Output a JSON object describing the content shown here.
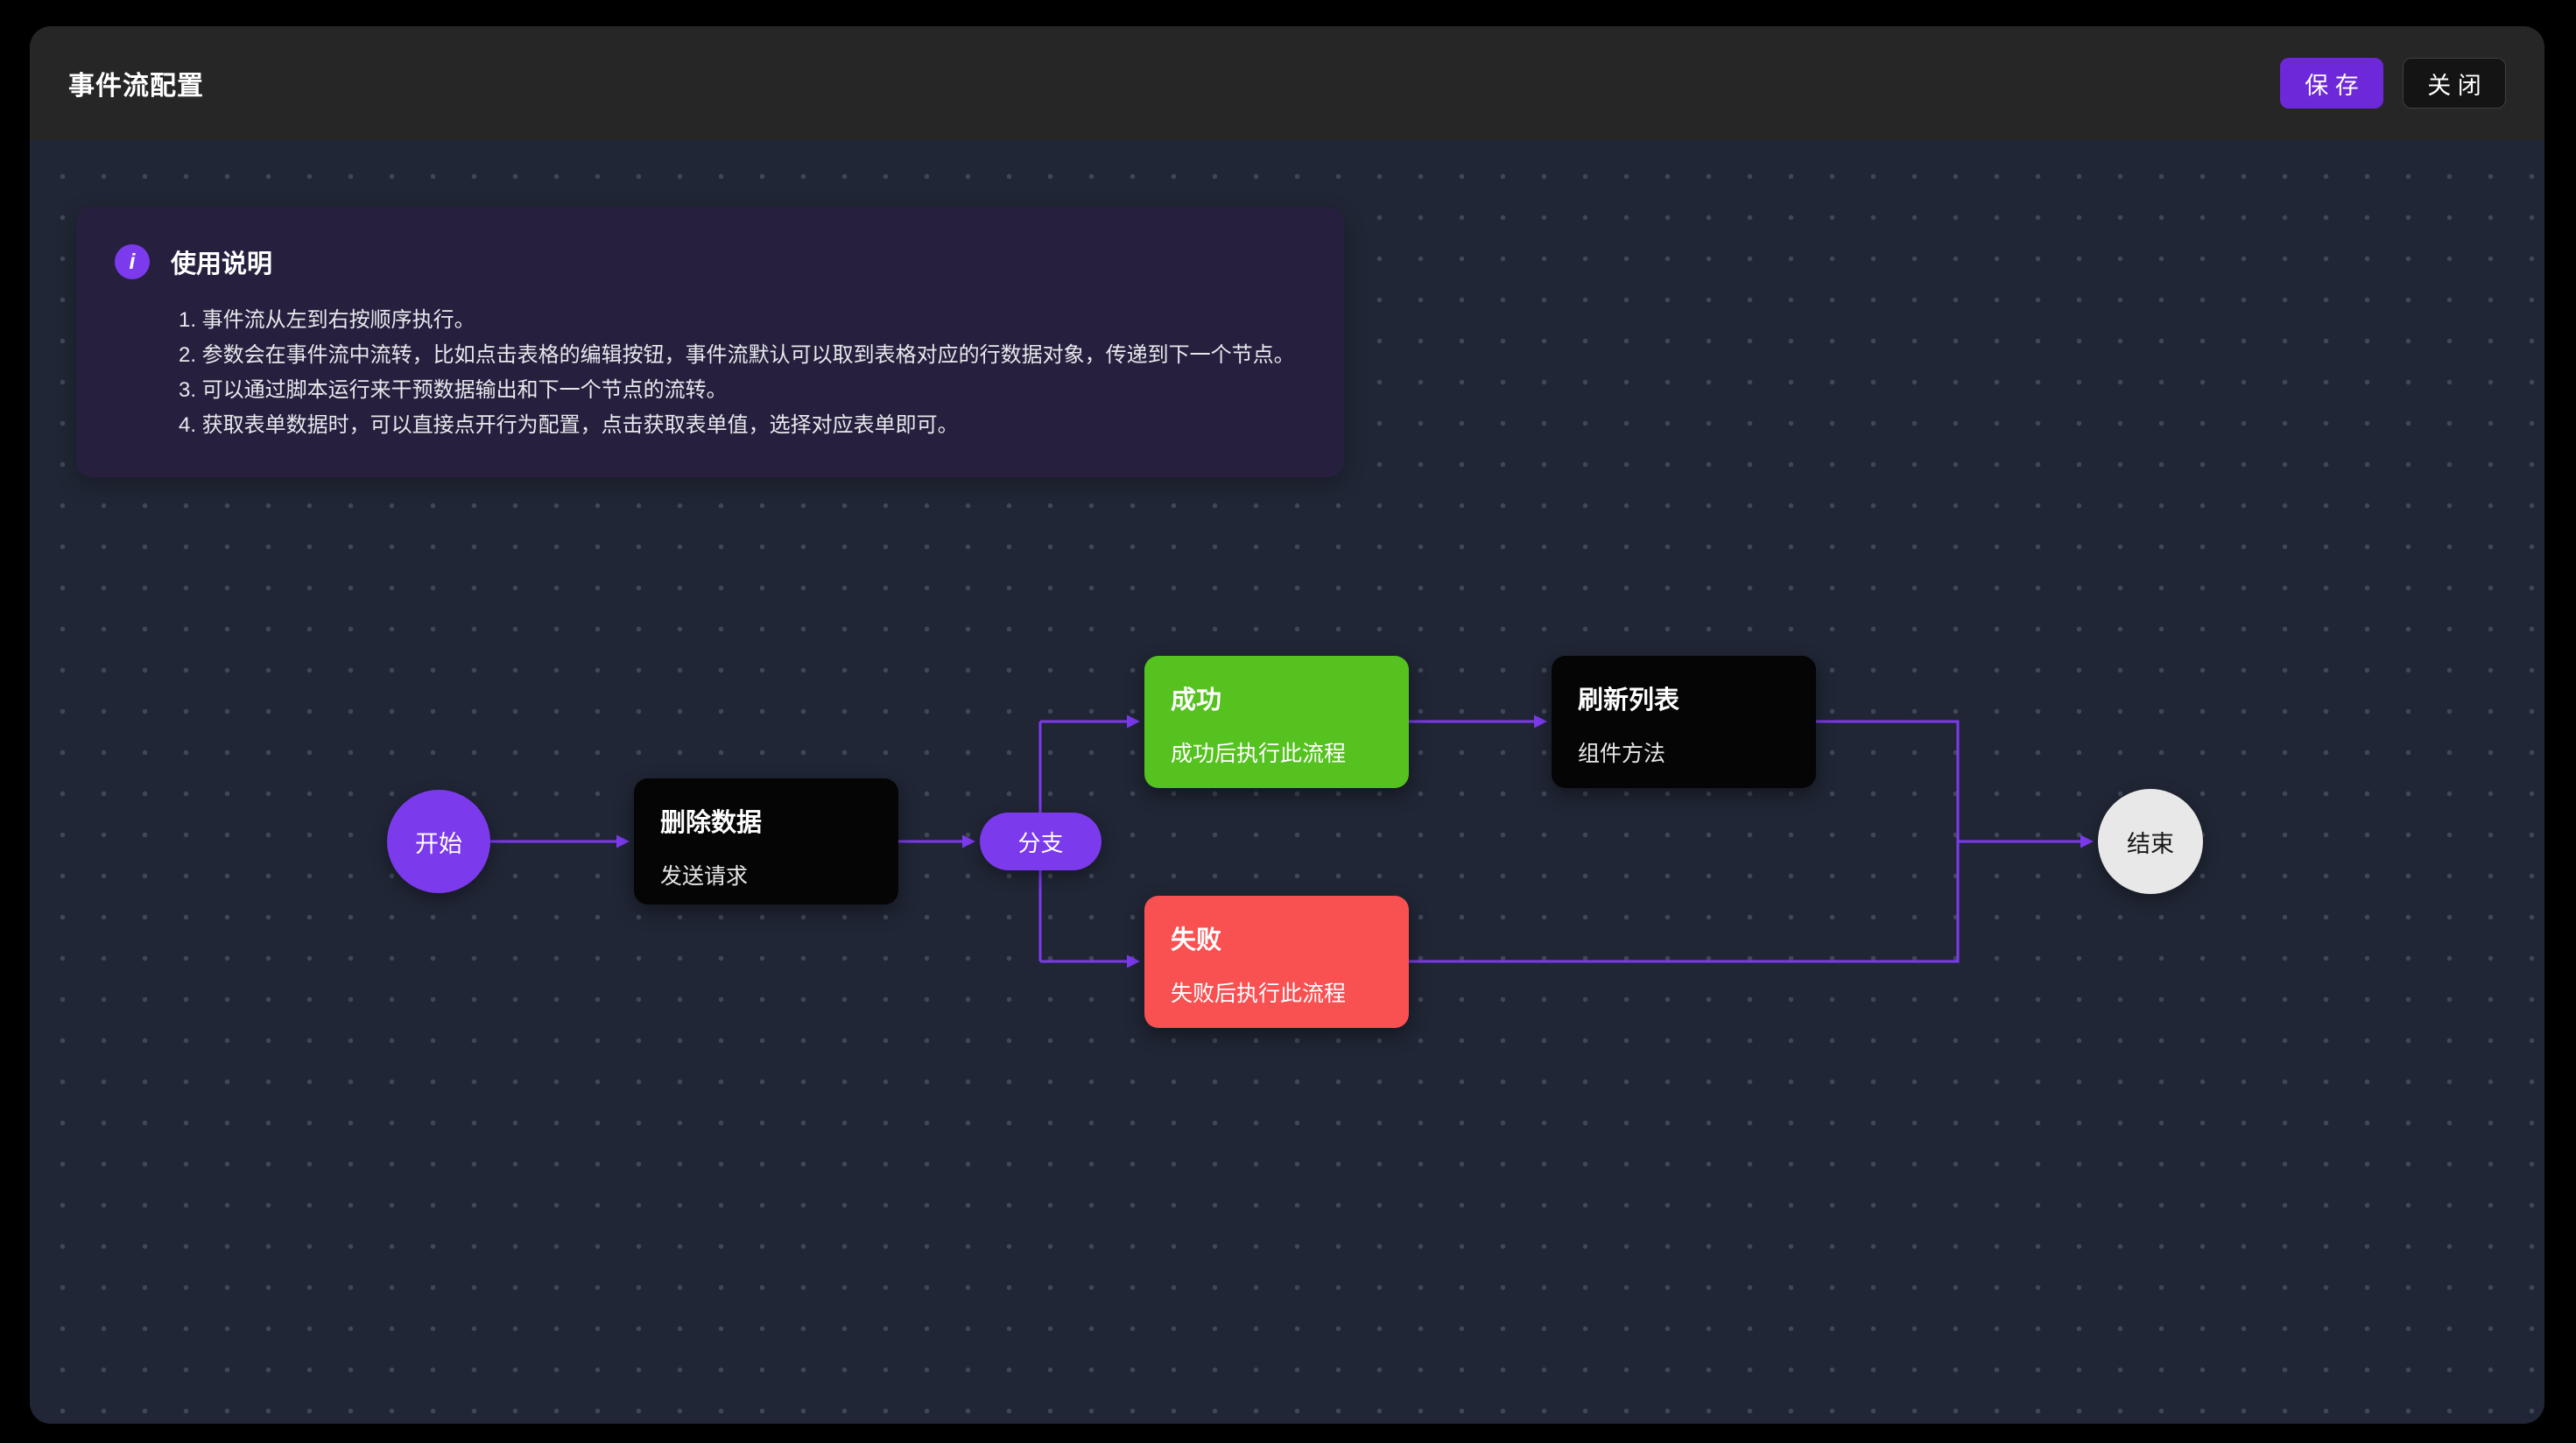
{
  "header": {
    "title": "事件流配置",
    "save_label": "保 存",
    "close_label": "关 闭"
  },
  "instructions": {
    "title": "使用说明",
    "items": [
      "1. 事件流从左到右按顺序执行。",
      "2. 参数会在事件流中流转，比如点击表格的编辑按钮，事件流默认可以取到表格对应的行数据对象，传递到下一个节点。",
      "3. 可以通过脚本运行来干预数据输出和下一个节点的流转。",
      "4. 获取表单数据时，可以直接点开行为配置，点击获取表单值，选择对应表单即可。"
    ]
  },
  "flow": {
    "start": {
      "label": "开始"
    },
    "delete_data": {
      "title": "删除数据",
      "subtitle": "发送请求"
    },
    "branch": {
      "label": "分支"
    },
    "success": {
      "title": "成功",
      "subtitle": "成功后执行此流程"
    },
    "refresh_list": {
      "title": "刷新列表",
      "subtitle": "组件方法"
    },
    "fail": {
      "title": "失败",
      "subtitle": "失败后执行此流程"
    },
    "end": {
      "label": "结束"
    }
  },
  "colors": {
    "accent": "#7c3aed",
    "success_node": "#55c21f",
    "fail_node": "#f95052",
    "dark_node": "#050505",
    "end_node": "#e8e8e8"
  }
}
